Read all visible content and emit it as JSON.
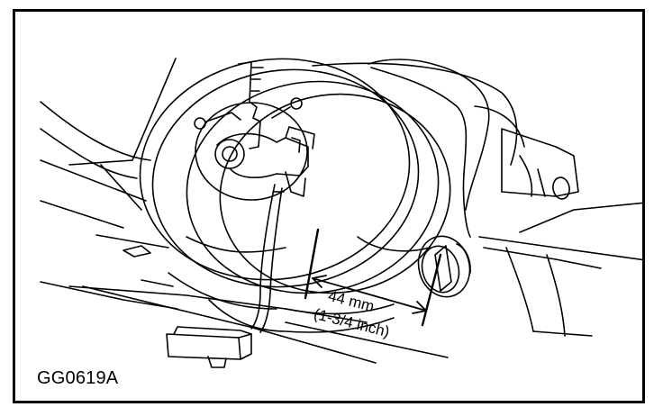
{
  "figure": {
    "id": "GG0619A",
    "dimension": {
      "metric": "44 mm",
      "imperial": "(1-3/4 inch)"
    }
  },
  "colors": {
    "line": "#000000",
    "background": "#ffffff"
  },
  "icons": {
    "clockspring": "clockspring-icon",
    "connector": "connector-icon",
    "ignition_lock": "ignition-lock-icon"
  }
}
